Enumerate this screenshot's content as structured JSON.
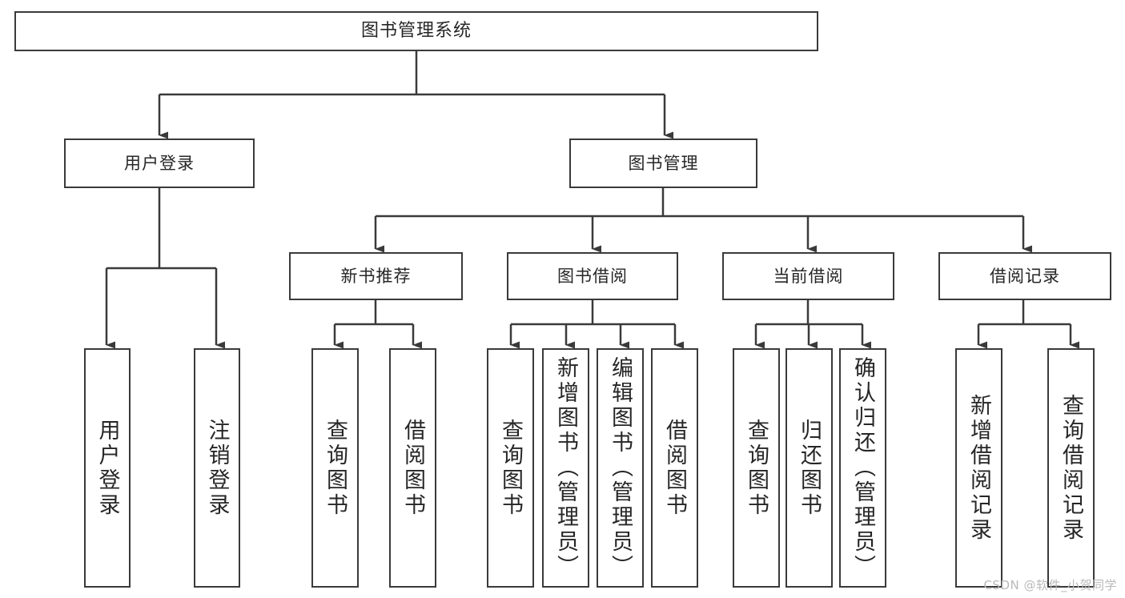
{
  "diagram": {
    "title": "图书管理系统",
    "type": "tree-hierarchy-chart",
    "stroke_color": "#3a3a3a",
    "text_color": "#262626",
    "background_color": "#ffffff"
  },
  "root": {
    "label": "图书管理系统"
  },
  "level1": [
    {
      "label": "用户登录"
    },
    {
      "label": "图书管理"
    }
  ],
  "level2": [
    {
      "label": "新书推荐"
    },
    {
      "label": "图书借阅"
    },
    {
      "label": "当前借阅"
    },
    {
      "label": "借阅记录"
    }
  ],
  "leaves": {
    "user_login": [
      {
        "label": "用户登录"
      },
      {
        "label": "注销登录"
      }
    ],
    "new_book": [
      {
        "label": "查询图书"
      },
      {
        "label": "借阅图书"
      }
    ],
    "book_borrow": [
      {
        "label": "查询图书"
      },
      {
        "label": "新增图书（管理员）"
      },
      {
        "label": "编辑图书（管理员）"
      },
      {
        "label": "借阅图书"
      }
    ],
    "current_borrow": [
      {
        "label": "查询图书"
      },
      {
        "label": "归还图书"
      },
      {
        "label": "确认归还（管理员）"
      }
    ],
    "borrow_record": [
      {
        "label": "新增借阅记录"
      },
      {
        "label": "查询借阅记录"
      }
    ]
  },
  "watermark": {
    "text": "CSDN @软件_小贺同学"
  }
}
